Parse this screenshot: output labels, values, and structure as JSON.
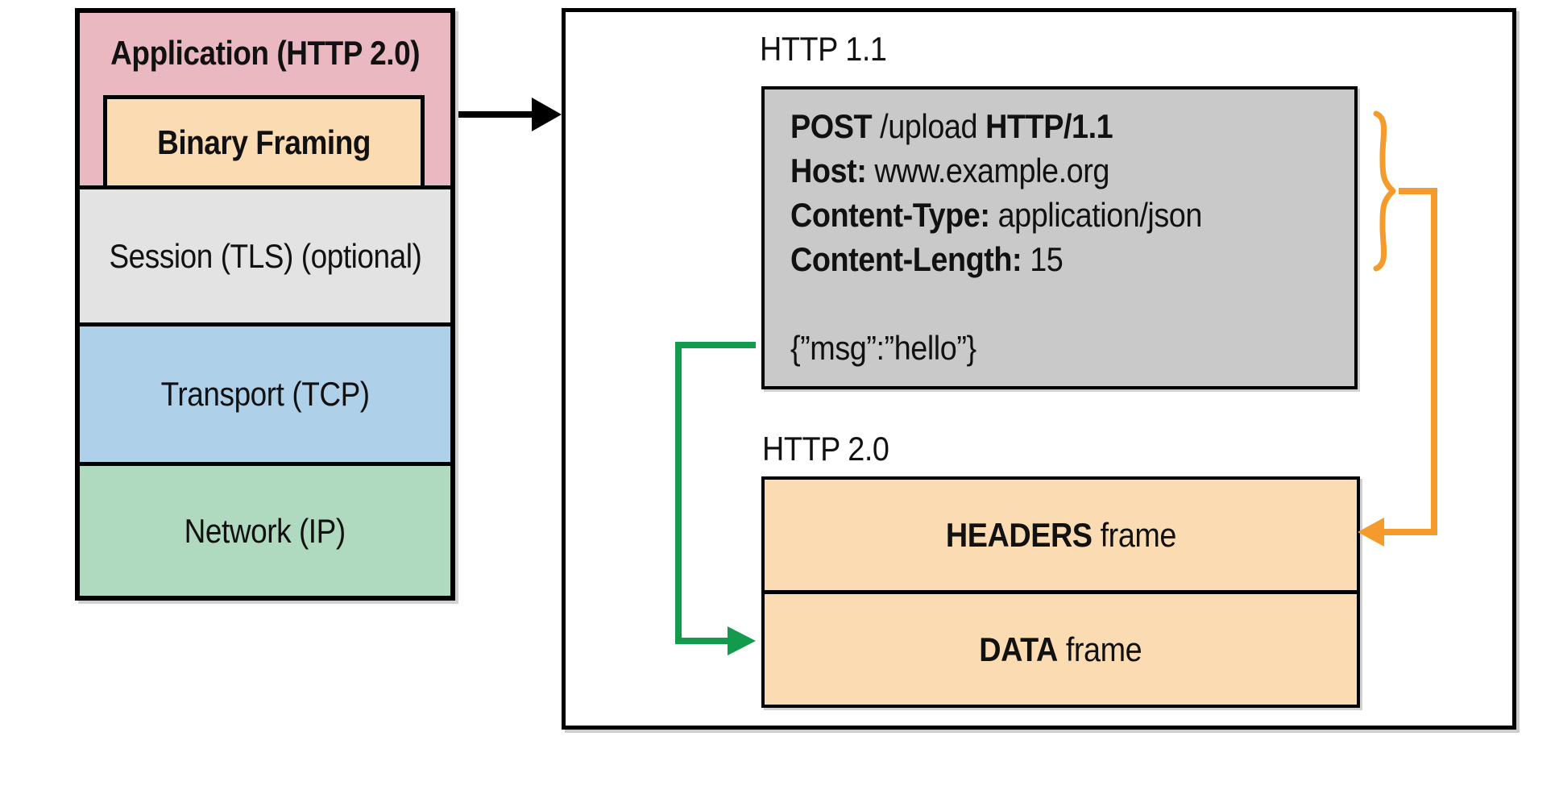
{
  "figure": {
    "description_labels": {
      "http11": "HTTP 1.1",
      "http20": "HTTP 2.0"
    }
  },
  "colors": {
    "application_fill": "#e9b8c1",
    "binary_framing_fill": "#fbdcb2",
    "session_fill": "#e3e3e3",
    "transport_fill": "#aed0e9",
    "network_fill": "#b0dabf",
    "request_box_fill": "#c9c9c9",
    "frame_fill": "#fbdcb2",
    "arrow_black": "#000000",
    "connector_orange": "#f59b2b",
    "connector_green": "#129a4d"
  },
  "stack": {
    "application_label": "Application (HTTP 2.0)",
    "binary_framing_label": "Binary Framing",
    "session_label": "Session (TLS) (optional)",
    "transport_label": "Transport (TCP)",
    "network_label": "Network (IP)"
  },
  "panel": {
    "http11_label": "HTTP 1.1",
    "http20_label": "HTTP 2.0",
    "request_lines": [
      {
        "segments": [
          {
            "text": "POST",
            "bold": true
          },
          {
            "text": " /upload ",
            "bold": false
          },
          {
            "text": "HTTP/1.1",
            "bold": true
          }
        ]
      },
      {
        "segments": [
          {
            "text": "Host:",
            "bold": true
          },
          {
            "text": " www.example.org",
            "bold": false
          }
        ]
      },
      {
        "segments": [
          {
            "text": "Content-Type:",
            "bold": true
          },
          {
            "text": " application/json",
            "bold": false
          }
        ]
      },
      {
        "segments": [
          {
            "text": "Content-Length:",
            "bold": true
          },
          {
            "text": " 15",
            "bold": false
          }
        ]
      },
      {
        "segments": []
      },
      {
        "segments": [
          {
            "text": "{”msg”:”hello”}",
            "bold": false
          }
        ]
      }
    ],
    "frames": [
      {
        "segments": [
          {
            "text": "HEADERS",
            "bold": true
          },
          {
            "text": " frame",
            "bold": false
          }
        ]
      },
      {
        "segments": [
          {
            "text": "DATA",
            "bold": true
          },
          {
            "text": " frame",
            "bold": false
          }
        ]
      }
    ]
  }
}
